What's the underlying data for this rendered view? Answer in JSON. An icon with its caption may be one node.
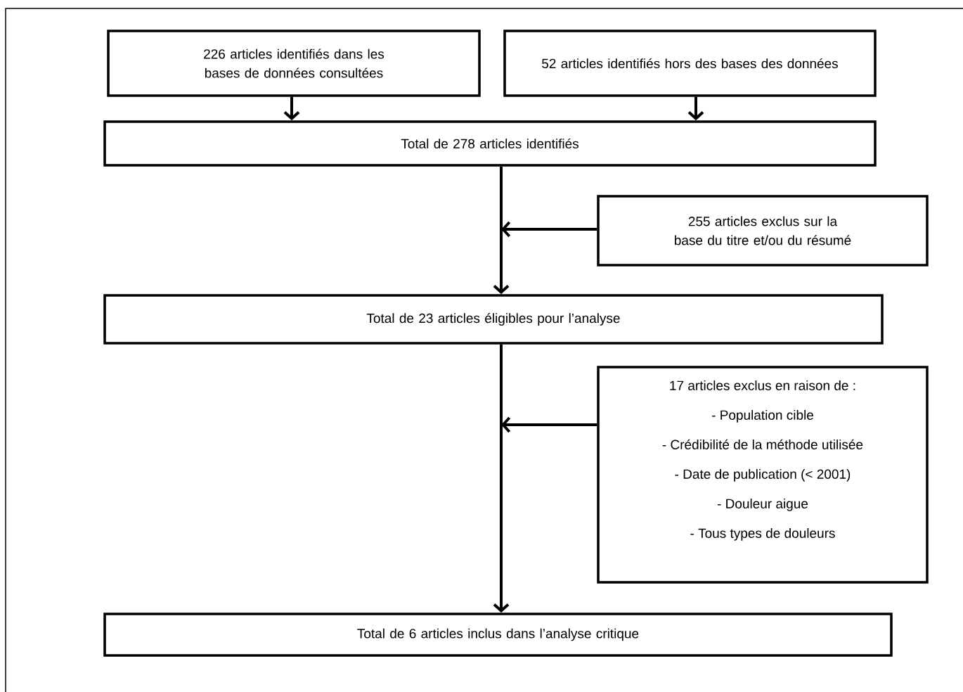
{
  "diagram": {
    "nodes": [
      {
        "text": [
          "226 articles identifiés dans les bases de données consultées"
        ]
      },
      {
        "text": [
          "52 articles identifiés hors des bases des données"
        ]
      },
      {
        "text": [
          "Total de 278 articles identifiés"
        ]
      },
      {
        "text": [
          "255 articles exclus sur la base du titre et/ou du résumé"
        ]
      },
      {
        "text": [
          "Total de 23 articles éligibles pour l’analyse"
        ]
      },
      {
        "text": [
          "17 articles exclus en raison de :",
          "- Population cible",
          "- Crédibilité de la méthode utilisée",
          "- Date de publication (< 2001)",
          "- Douleur aigue",
          "- Tous types de douleurs"
        ]
      },
      {
        "text": [
          "Total de 6 articles inclus dans l’analyse critique"
        ]
      }
    ],
    "edges": [
      {
        "from": 0,
        "to": 2,
        "arrow": "to"
      },
      {
        "from": 1,
        "to": 2,
        "arrow": "to"
      },
      {
        "from": 2,
        "to": 4,
        "arrow": "to"
      },
      {
        "from": 3,
        "to": null,
        "arrow": "to"
      },
      {
        "from": 4,
        "to": 6,
        "arrow": "to"
      },
      {
        "from": 5,
        "to": null,
        "arrow": "to"
      }
    ]
  }
}
